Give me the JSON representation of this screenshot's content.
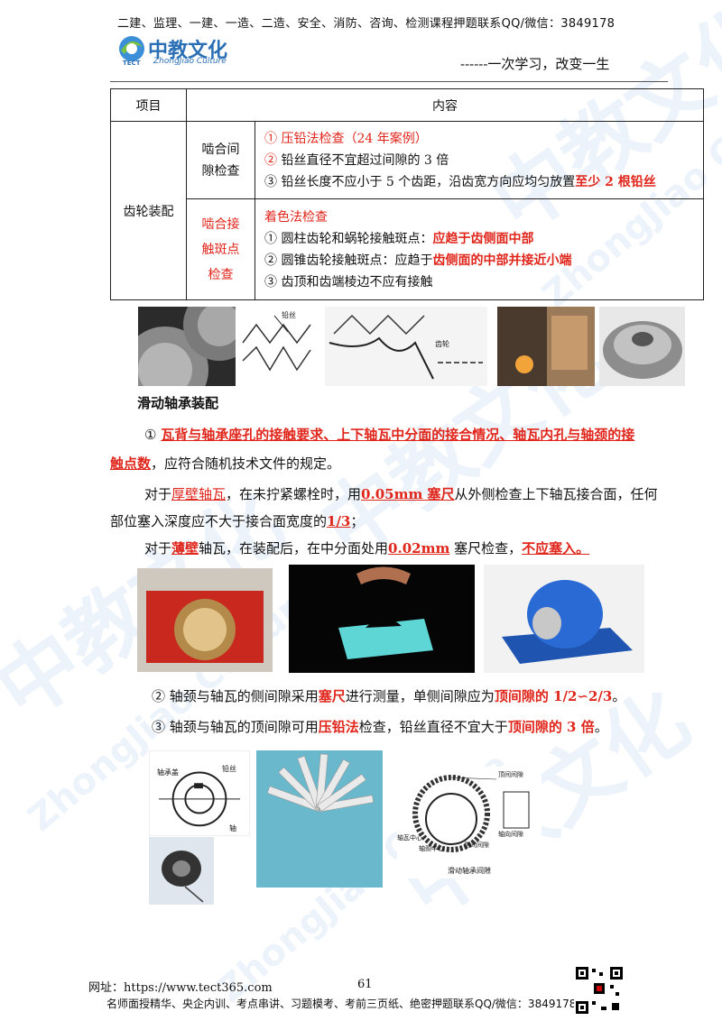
{
  "header": {
    "promo": "二建、监理、一建、一造、二造、安全、消防、咨询、检测课程押题联系QQ/微信：3849178",
    "logo_text": "中教文化",
    "logo_sub": "ZhongJiao Culture",
    "logo_tect": "TECT",
    "slogan": "------一次学习，改变一生"
  },
  "table": {
    "col_item": "项目",
    "col_content": "内容",
    "row_label": "齿轮装配",
    "sub1_label": "啮合间隙检查",
    "sub1_items": {
      "a": "① 压铅法检查（24 年案例）",
      "b1": "② ",
      "b2": "铅丝直径不宜超过间隙的 3 倍",
      "c1": "③ 铅丝长度不应小于 5 个齿距，沿齿宽方向应均匀放置",
      "c2": "至少 2 根铅丝"
    },
    "sub2_label": "啮合接触斑点检查",
    "sub2_items": {
      "head": "着色法检查",
      "a1": "① 圆柱齿轮和蜗轮接触斑点：",
      "a2": "应趋于齿侧面中部",
      "b1": "② 圆锥齿轮接触斑点：应趋于",
      "b2": "齿侧面的中部并接近小端",
      "c": "③ 齿顶和齿端棱边不应有接触"
    }
  },
  "figure_labels": {
    "lead_wire": "铅丝",
    "gear_label": "齿轮",
    "bearing_cap": "轴承盖",
    "lead_wire2": "铅丝",
    "shaft": "轴",
    "top_gap": "顶间间隙",
    "bush_center": "轴瓦中心",
    "journal_center": "轴颈中心",
    "side_gap": "侧间间隙",
    "side_gap2": "轴向间隙",
    "caption": "滑动轴承间隙"
  },
  "section": {
    "title": "滑动轴承装配",
    "p1_num": "① ",
    "p1_red": "瓦背与轴承座孔的接触要求、上下轴瓦中分面的接合情况、轴瓦内孔与轴颈的接",
    "p1_red2": "触点数",
    "p1_rest": "，应符合随机技术文件的规定。",
    "p2_a": "对于",
    "p2_thick": "厚壁轴瓦",
    "p2_b": "，在未拧紧螺栓时，用",
    "p2_gauge": "0.05mm 塞尺",
    "p2_c": "从外侧检查上下轴瓦接合面，任何",
    "p2_d": "部位塞入深度应不大于接合面宽度的",
    "p2_frac": "1/3",
    "p2_e": "；",
    "p3_a": "对于",
    "p3_thin": "薄壁",
    "p3_b": "轴瓦，在装配后，在中分面处用",
    "p3_gauge": "0.02mm",
    "p3_c": " 塞尺检查，",
    "p3_d": "不应塞入。",
    "p4_a": "② 轴颈与轴瓦的侧间隙采用",
    "p4_b": "塞尺",
    "p4_c": "进行测量，单侧间隙应为",
    "p4_d": "顶间隙的 1/2∽2/3",
    "p4_e": "。",
    "p5_a": "③ 轴颈与轴瓦的顶间隙可用",
    "p5_b": "压铅法",
    "p5_c": "检查，铅丝直径不宜大于",
    "p5_d": "顶间隙的 3 倍",
    "p5_e": "。"
  },
  "footer": {
    "url": "网址：https://www.tect365.com",
    "page": "61",
    "promo": "名师面授精华、央企内训、考点串讲、习题模考、考前三页纸、绝密押题联系QQ/微信：3849178"
  },
  "watermark": {
    "text": "中教文化",
    "sub": "ZhongJiao Culture"
  }
}
